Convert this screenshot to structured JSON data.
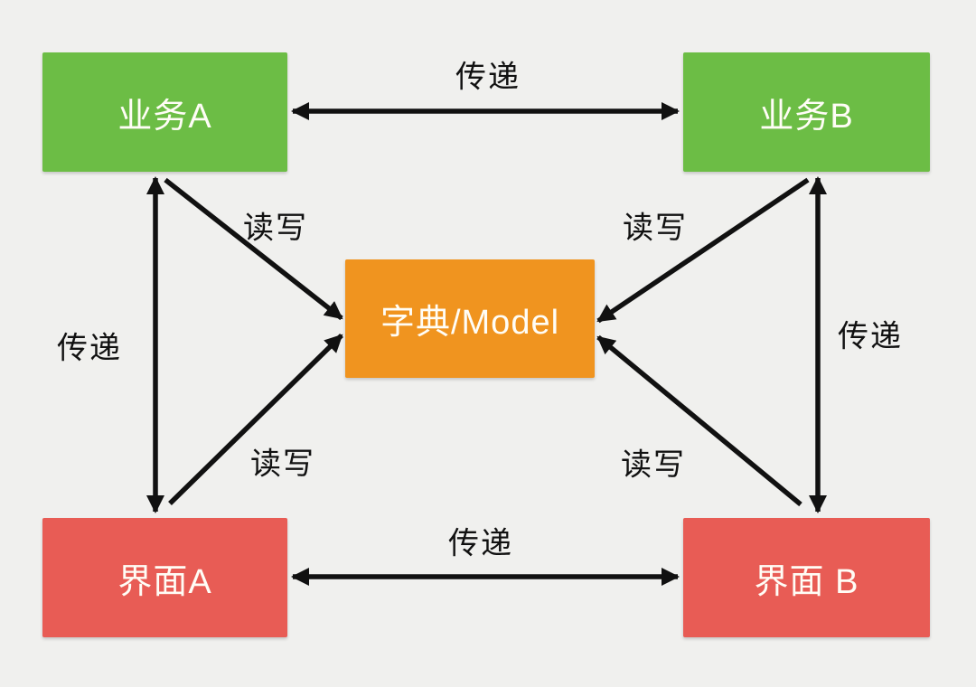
{
  "diagram": {
    "title": "dictionary-model data flow diagram",
    "nodes": [
      {
        "id": "business-a",
        "label": "业务A",
        "color": "#6cbd45",
        "role": "business-layer"
      },
      {
        "id": "business-b",
        "label": "业务B",
        "color": "#6cbd45",
        "role": "business-layer"
      },
      {
        "id": "model",
        "label": "字典/Model",
        "color": "#f0941f",
        "role": "shared-model"
      },
      {
        "id": "interface-a",
        "label": "界面A",
        "color": "#e85c55",
        "role": "ui-layer"
      },
      {
        "id": "interface-b",
        "label": "界面 B",
        "color": "#e85c55",
        "role": "ui-layer"
      }
    ],
    "edges": [
      {
        "id": "business-a--business-b",
        "label": "传递",
        "type": "bidirectional"
      },
      {
        "id": "business-a--interface-a",
        "label": "传递",
        "type": "bidirectional"
      },
      {
        "id": "business-b--interface-b",
        "label": "传递",
        "type": "bidirectional"
      },
      {
        "id": "interface-a--interface-b",
        "label": "传递",
        "type": "bidirectional"
      },
      {
        "id": "business-a--model",
        "label": "读写",
        "type": "into-model"
      },
      {
        "id": "business-b--model",
        "label": "读写",
        "type": "into-model"
      },
      {
        "id": "interface-a--model",
        "label": "读写",
        "type": "into-model"
      },
      {
        "id": "interface-b--model",
        "label": "读写",
        "type": "into-model"
      }
    ],
    "colors": {
      "background": "#f0f0ee",
      "business_box": "#6cbd45",
      "model_box": "#f0941f",
      "interface_box": "#e85c55",
      "arrow": "#111111",
      "box_text": "#fffdf6",
      "label_text": "#111111"
    }
  }
}
